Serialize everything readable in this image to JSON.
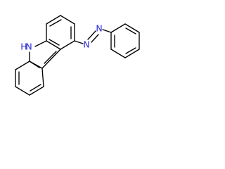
{
  "molecule": {
    "atoms": [
      {
        "id": "N9",
        "symbol": "N",
        "hydrogens": "H",
        "display": "H"
      },
      {
        "id": "NH",
        "symbol": "N",
        "hydrogens": "H",
        "display": "N"
      },
      {
        "id": "Na",
        "symbol": "N",
        "display": "N"
      },
      {
        "id": "Nb",
        "symbol": "N",
        "display": "N"
      }
    ],
    "labels": {
      "nh_n": "N",
      "nh_h": "H",
      "azo_n1": "N",
      "azo_n2": "N"
    },
    "colors": {
      "bond": "#000000",
      "nitrogen": "#2b2bd6",
      "background": "#ffffff"
    }
  }
}
